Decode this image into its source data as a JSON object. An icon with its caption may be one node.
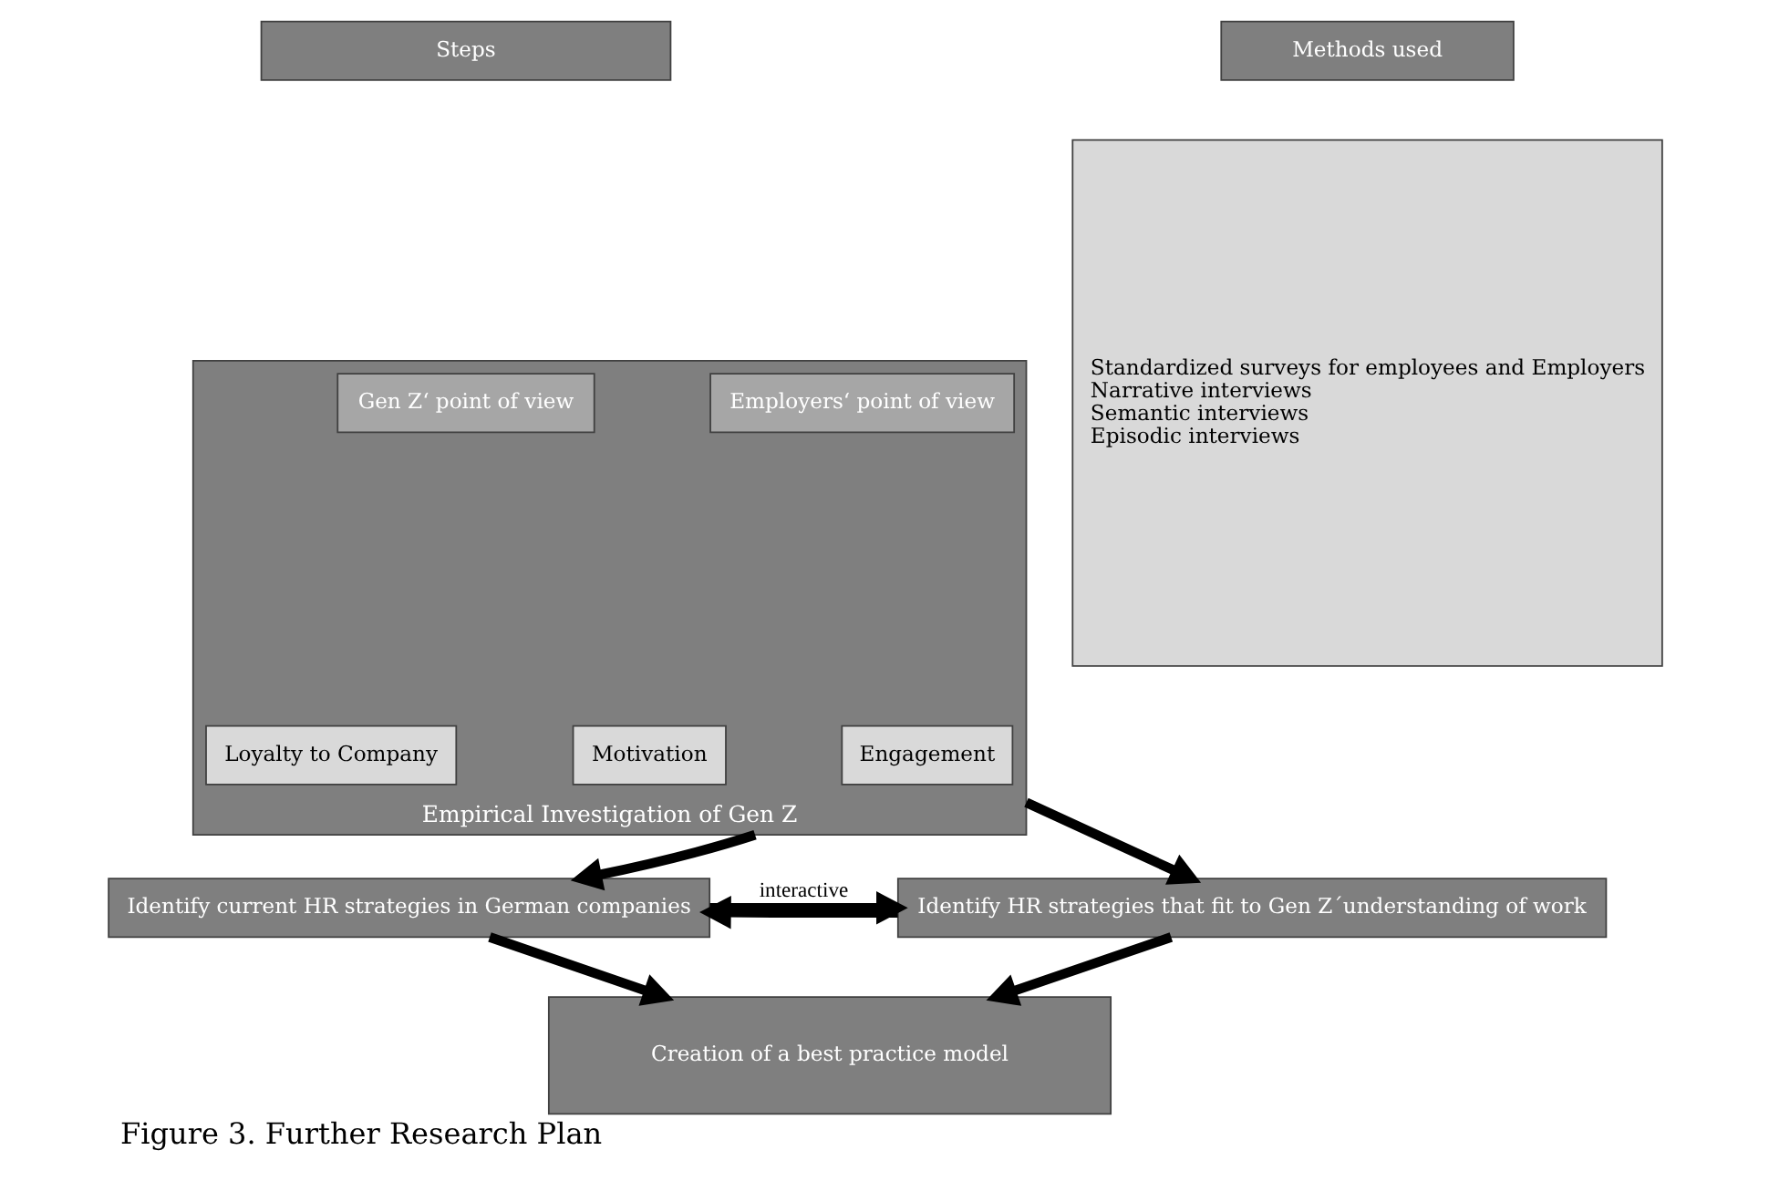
{
  "diagram": {
    "caption": "Figure 3. Further Research Plan",
    "nodes": [
      {
        "text": [
          "Steps"
        ]
      },
      {
        "text": [
          "Methods used"
        ]
      },
      {
        "text": [
          "Empirical Investigation of Gen Z"
        ]
      },
      {
        "text": [
          "Gen Z‘ point of view"
        ],
        "in": 2
      },
      {
        "text": [
          "Employers‘ point of view"
        ],
        "in": 2
      },
      {
        "text": [
          "Loyalty to Company"
        ],
        "in": 2
      },
      {
        "text": [
          "Motivation"
        ],
        "in": 2
      },
      {
        "text": [
          "Engagement"
        ],
        "in": 2
      },
      {
        "text": [
          "Identify current HR strategies in German companies"
        ]
      },
      {
        "text": [
          "Identify HR strategies that fit to Gen Z´understanding of work"
        ]
      },
      {
        "text": [
          "Creation of a best practice model"
        ]
      },
      {
        "text": [
          "Standardized surveys for employees and Employers",
          "Narrative interviews",
          "Semantic interviews",
          "Episodic interviews"
        ]
      }
    ],
    "edges": [
      {
        "from": 2,
        "to": 8,
        "arrow": "to"
      },
      {
        "from": 2,
        "to": 9,
        "arrow": "to"
      },
      {
        "from": 8,
        "to": 9,
        "arrow": "to",
        "label": "interactive"
      },
      {
        "from": 9,
        "to": 8,
        "arrow": "to"
      },
      {
        "from": 8,
        "to": 10,
        "arrow": "to"
      },
      {
        "from": 9,
        "to": 10,
        "arrow": "to"
      }
    ]
  }
}
